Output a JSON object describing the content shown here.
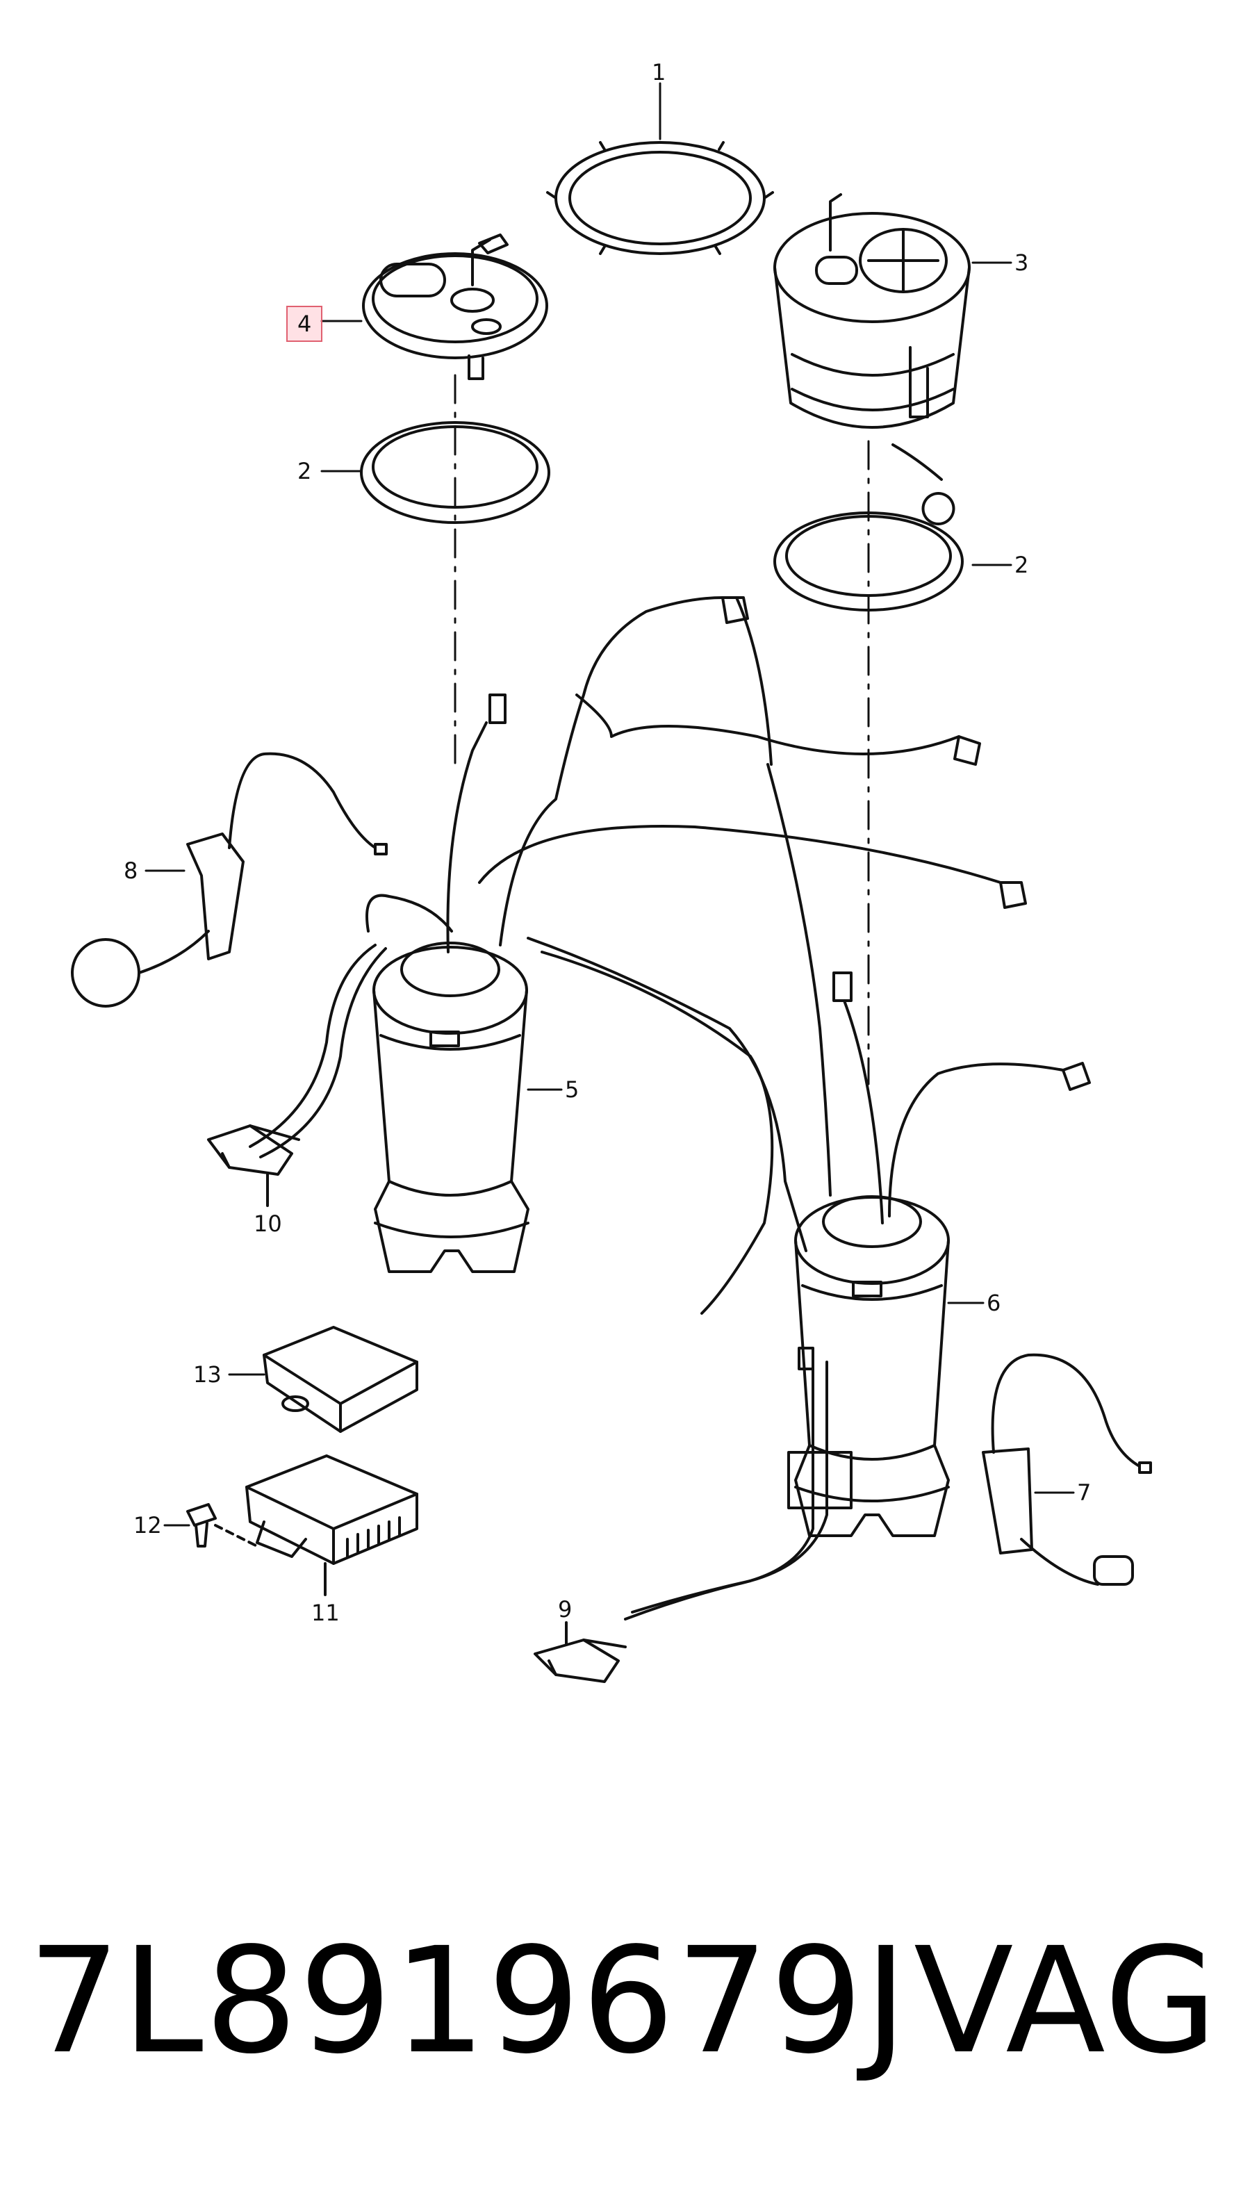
{
  "callouts": {
    "c1": "1",
    "c2a": "2",
    "c2b": "2",
    "c3": "3",
    "c4": "4",
    "c5": "5",
    "c6": "6",
    "c7": "7",
    "c8": "8",
    "c9": "9",
    "c10": "10",
    "c11": "11",
    "c12": "12",
    "c13": "13"
  },
  "highlighted_callout": "4",
  "footer": {
    "part_number": "7L8919679J",
    "brand": "VAG"
  },
  "colors": {
    "line": "#111111",
    "highlight_border": "#e06070",
    "highlight_fill": "#ffb4be"
  }
}
